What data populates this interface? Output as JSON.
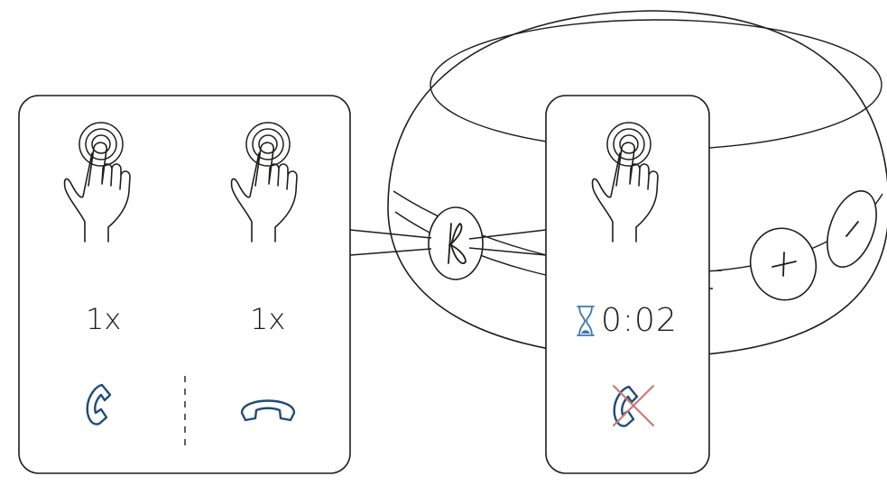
{
  "panels": {
    "left": {
      "press_count_label": "1x",
      "action_icon": "phone-answer-icon"
    },
    "middle": {
      "press_count_label": "1x",
      "action_icon": "phone-hangup-icon"
    },
    "right": {
      "hold_time_label": "0:02",
      "hold_icon": "hourglass-icon",
      "action_icon": "phone-reject-icon"
    }
  },
  "device": {
    "buttons": [
      "logo-button",
      "volume-up-button",
      "volume-down-button"
    ],
    "logo_icon": "k-logo-icon",
    "volume_up_icon": "plus-icon",
    "volume_down_icon": "minus-icon"
  },
  "colors": {
    "outline": "#1d1d1b",
    "phone_icon": "#1f4b7a",
    "hourglass": "#3f78ad",
    "reject_cross": "#c97b74"
  }
}
